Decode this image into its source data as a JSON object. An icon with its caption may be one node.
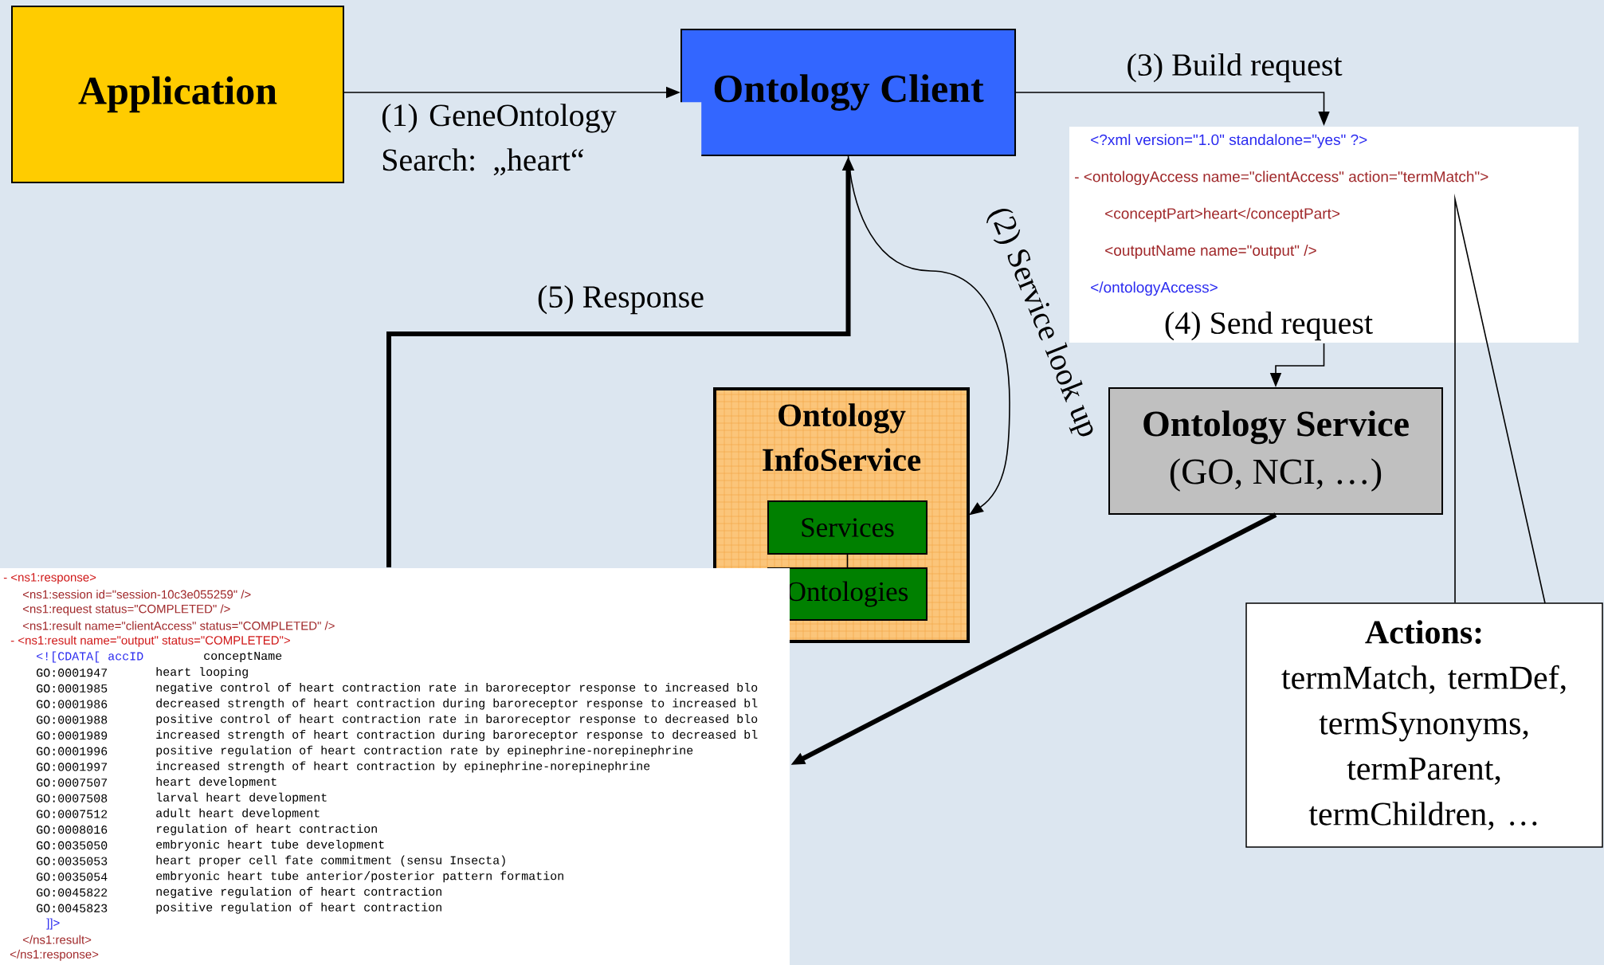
{
  "diagram": {
    "nodes": [
      {
        "text": [
          "Application"
        ]
      },
      {
        "text": [
          "Ontology Client"
        ]
      },
      {
        "text": [
          "<?xml version=\"1.0\" standalone=\"yes\" ?>",
          "- <ontologyAccess name=\"clientAccess\" action=\"termMatch\">",
          "<conceptPart>heart</conceptPart>",
          "<outputName name=\"output\" />",
          "</ontologyAccess>"
        ]
      },
      {
        "text": [
          "Ontology InfoService"
        ]
      },
      {
        "text": [
          "Services"
        ],
        "in": 3
      },
      {
        "text": [
          "Ontologies"
        ],
        "in": 3
      },
      {
        "text": [
          "Ontology Service",
          "(GO, NCI, …)"
        ]
      },
      {
        "text": [
          "- <ns1:response>",
          "<ns1:session id=\"session-10c3e055259\" />",
          "<ns1:request status=\"COMPLETED\" />",
          "<ns1:result name=\"clientAccess\" status=\"COMPLETED\" />",
          "- <ns1:result name=\"output\" status=\"COMPLETED\">",
          "<![CDATA[ accID",
          "conceptName",
          "GO:0001947",
          "heart looping",
          "GO:0001985",
          "negative control of heart contraction rate in baroreceptor response to increased blo",
          "GO:0001986",
          "decreased strength of heart contraction during baroreceptor response to increased bl",
          "GO:0001988",
          "positive control of heart contraction rate in baroreceptor response to decreased blo",
          "GO:0001989",
          "increased strength of heart contraction during baroreceptor response to decreased bl",
          "GO:0001996",
          "positive regulation of heart contraction rate by epinephrine-norepinephrine",
          "GO:0001997",
          "increased strength of heart contraction by epinephrine-norepinephrine",
          "GO:0007507",
          "heart development",
          "GO:0007508",
          "larval heart development",
          "GO:0007512",
          "adult heart development",
          "GO:0008016",
          "regulation of heart contraction",
          "GO:0035050",
          "embryonic heart tube development",
          "GO:0035053",
          "heart proper cell fate commitment (sensu Insecta)",
          "GO:0035054",
          "embryonic heart tube anterior/posterior pattern formation",
          "GO:0045822",
          "negative regulation of heart contraction",
          "GO:0045823",
          "positive regulation of heart contraction",
          "]]>",
          "</ns1:result>",
          "</ns1:response>"
        ]
      },
      {
        "text": [
          "Actions:",
          "termMatch, termDef, termSynonyms, termParent, termChildren, …"
        ]
      }
    ],
    "edges": [
      {
        "from": 0,
        "to": 1,
        "arrow": "to",
        "label": "(1) GeneOntology Search: „heart“"
      },
      {
        "from": 1,
        "to": 2,
        "arrow": "to",
        "label": "(3) Build request"
      },
      {
        "from": 1,
        "to": 3,
        "arrow": "to",
        "label": "(2) Service look up"
      },
      {
        "from": 2,
        "to": 6,
        "arrow": "to",
        "label": "(4) Send request"
      },
      {
        "from": 7,
        "to": 1,
        "arrow": "to",
        "label": "(5) Response",
        "style": "thick"
      },
      {
        "from": 6,
        "to": 7,
        "arrow": "to",
        "style": "thick"
      },
      {
        "from": 4,
        "to": 5,
        "arrow": "none"
      },
      {
        "from": 8,
        "to": null,
        "arrow": "none"
      }
    ]
  }
}
